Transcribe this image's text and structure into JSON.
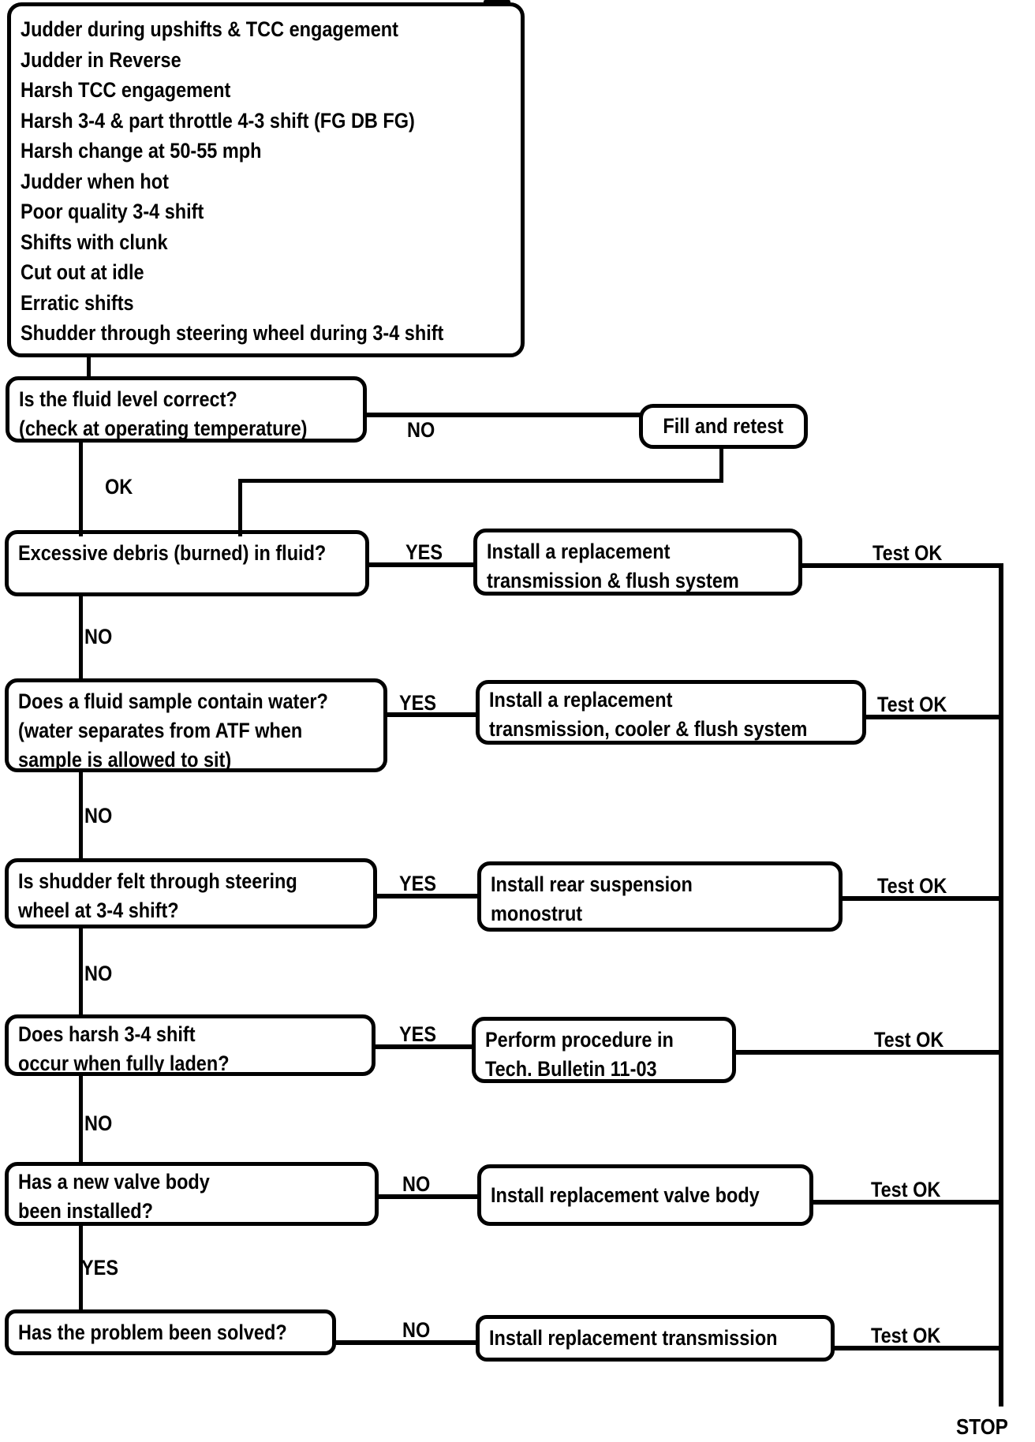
{
  "colors": {
    "ink": "#000000",
    "paper": "#ffffff"
  },
  "nodes": {
    "symptoms": {
      "lines": [
        "Judder during upshifts & TCC engagement",
        "Judder in Reverse",
        "Harsh TCC engagement",
        "Harsh 3-4 & part throttle 4-3 shift (FG DB FG)",
        "Harsh change at 50-55 mph",
        "Judder when hot",
        "Poor quality 3-4 shift",
        "Shifts with clunk",
        "Cut out at idle",
        "Erratic shifts",
        "Shudder through steering wheel during 3-4 shift"
      ]
    },
    "q_fluid": {
      "line1": "Is the fluid level correct?",
      "line2": "(check at operating temperature)"
    },
    "fill_retest": {
      "text": "Fill and retest"
    },
    "q_debris": {
      "line1": "Excessive debris (burned) in fluid?"
    },
    "a_debris": {
      "line1": "Install a replacement",
      "line2": "transmission & flush system"
    },
    "q_water": {
      "line1": "Does a fluid sample contain water?",
      "line2": "(water separates from ATF when",
      "line3": "sample is allowed to sit)"
    },
    "a_water": {
      "line1": "Install a replacement",
      "line2": "transmission, cooler & flush system"
    },
    "q_shudder": {
      "line1": "Is shudder felt through steering",
      "line2": "wheel at 3-4 shift?"
    },
    "a_shudder": {
      "line1": "Install rear suspension",
      "line2": "monostrut"
    },
    "q_harsh": {
      "line1": "Does harsh 3-4 shift",
      "line2": "occur when fully laden?"
    },
    "a_harsh": {
      "line1": "Perform procedure in",
      "line2": "Tech. Bulletin 11-03"
    },
    "q_valve": {
      "line1": "Has a new valve body",
      "line2": "been installed?"
    },
    "a_valve": {
      "text": "Install replacement valve body"
    },
    "q_solved": {
      "line1": "Has the problem been solved?"
    },
    "a_solved": {
      "text": "Install replacement transmission"
    }
  },
  "labels": {
    "yes": "YES",
    "no": "NO",
    "ok": "OK",
    "test_ok": "Test OK",
    "stop": "STOP"
  }
}
